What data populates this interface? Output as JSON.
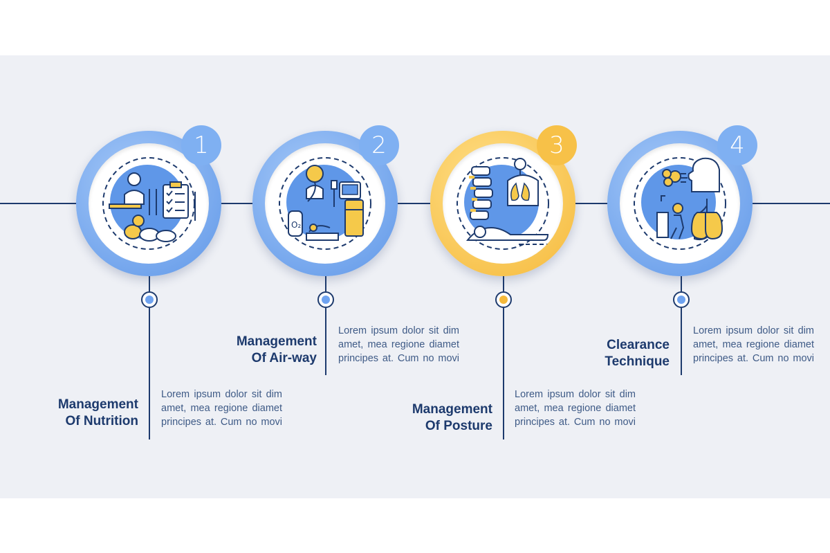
{
  "colors": {
    "navy": "#1d3a6d",
    "blue_accent": "#6fa3f0",
    "orange_accent": "#f5b93a",
    "background": "#eef0f5"
  },
  "steps": [
    {
      "number": "1",
      "title_line1": "Management",
      "title_line2": "Of Nutrition",
      "description": "Lorem ipsum dolor sit dim amet, mea regione diamet principes at. Cum no movi",
      "accent": "blue",
      "icon": "nutrition-icon"
    },
    {
      "number": "2",
      "title_line1": "Management",
      "title_line2": "Of Air-way",
      "description": "Lorem ipsum dolor sit dim amet, mea regione diamet principes at. Cum no movi",
      "accent": "blue",
      "icon": "airway-icon"
    },
    {
      "number": "3",
      "title_line1": "Management",
      "title_line2": "Of Posture",
      "description": "Lorem ipsum dolor sit dim amet, mea regione diamet principes at. Cum no movi",
      "accent": "orange",
      "icon": "posture-icon"
    },
    {
      "number": "4",
      "title_line1": "Clearance",
      "title_line2": "Technique",
      "description": "Lorem ipsum dolor sit dim amet, mea regione diamet principes at. Cum no movi",
      "accent": "blue",
      "icon": "clearance-icon"
    }
  ]
}
